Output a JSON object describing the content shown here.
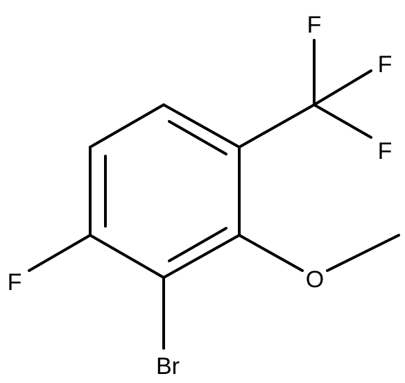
{
  "molecule": {
    "atom_labels": {
      "f_top": "F",
      "f_right_upper": "F",
      "f_right_lower": "F",
      "f_left": "F",
      "oxygen": "O",
      "bromine": "Br"
    },
    "colors": {
      "bond": "#000000",
      "label": "#000000",
      "background": "#ffffff"
    }
  }
}
